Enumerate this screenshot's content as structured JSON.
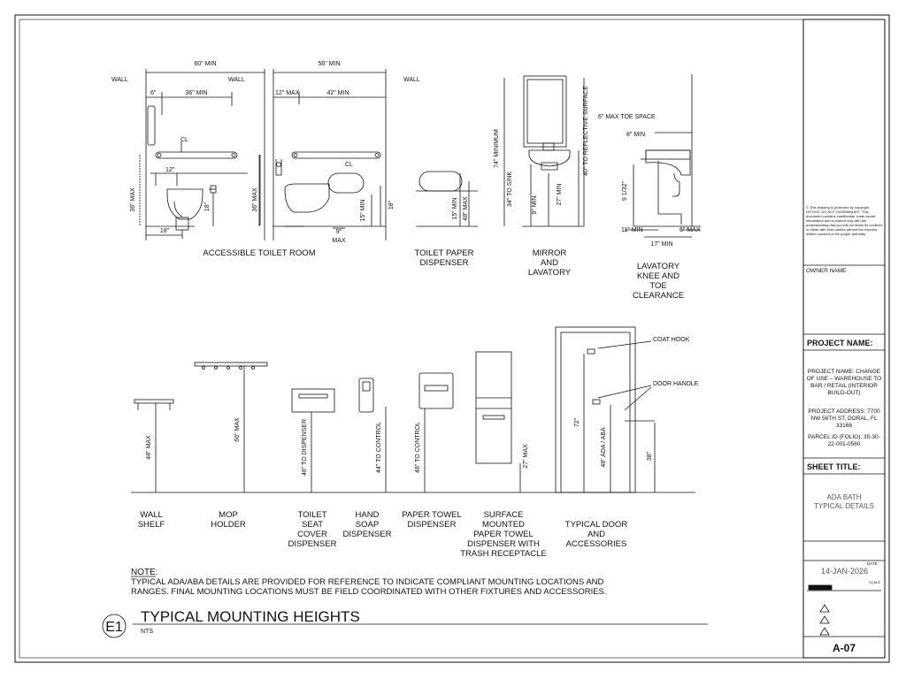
{
  "drawing": {
    "detail_tag": "E1",
    "detail_title": "TYPICAL MOUNTING HEIGHTS",
    "scale_note": "NTS",
    "note_heading": "NOTE:",
    "note_line1": "TYPICAL ADA/ABA DETAILS ARE PROVIDED FOR REFERENCE TO INDICATE COMPLIANT MOUNTING LOCATIONS AND",
    "note_line2": "RANGES. FINAL MOUNTING LOCATIONS MUST BE FIELD COORDINATED WITH OTHER FIXTURES AND ACCESSORIES."
  },
  "labels": {
    "toilet_room": "ACCESSIBLE TOILET ROOM",
    "tp_1": "TOILET PAPER",
    "tp_2": "DISPENSER",
    "mirror_1": "MIRROR",
    "mirror_2": "AND",
    "mirror_3": "LAVATORY",
    "knee_1": "LAVATORY",
    "knee_2": "KNEE AND",
    "knee_3": "TOE",
    "knee_4": "CLEARANCE",
    "shelf_1": "WALL",
    "shelf_2": "SHELF",
    "mop_1": "MOP",
    "mop_2": "HOLDER",
    "seat_1": "TOILET",
    "seat_2": "SEAT",
    "seat_3": "COVER",
    "seat_4": "DISPENSER",
    "soap_1": "HAND",
    "soap_2": "SOAP",
    "soap_3": "DISPENSER",
    "towel_1": "PAPER TOWEL",
    "towel_2": "DISPENSER",
    "surf_1": "SURFACE",
    "surf_2": "MOUNTED",
    "surf_3": "PAPER TOWEL",
    "surf_4": "DISPENSER WITH",
    "surf_5": "TRASH RECEPTACLE",
    "door_1": "TYPICAL DOOR",
    "door_2": "AND",
    "door_3": "ACCESSORIES",
    "coat_hook": "COAT HOOK",
    "door_handle": "DOOR HANDLE"
  },
  "dims": {
    "d60": "60\" MIN",
    "d56": "56\" MIN",
    "wall": "WALL",
    "d6": "6\"",
    "d36min": "36\" MIN",
    "d12max": "12\" MAX",
    "d42min": "42\" MIN",
    "cl": "CL",
    "d12": "12\"",
    "d36max": "36\" MAX",
    "d18": "18\"",
    "d15min": "15\" MIN",
    "d9": "9\"",
    "max": "MAX",
    "d48max": "48\" MAX",
    "d74": "74\" MINIMUM",
    "d34": "34\" TO SINK",
    "d9min": "9\" MIN",
    "d27min": "27\" MIN",
    "d40": "40\" TO REFLECTIVE SURFACE",
    "toe": "6\" MAX TOE SPACE",
    "d8min": "8\" MIN",
    "d912": "9 1/32\"",
    "d11min": "11\" MIN",
    "d6max": "6\" MAX",
    "d17min": "17\" MIN",
    "d66max": "66\" MAX",
    "d48disp": "48\" TO DISPENSER",
    "d44ctrl": "44\" TO CONTROL",
    "d48ctrl": "48\" TO CONTROL",
    "d27max": "27\" MAX",
    "d72": "72\"",
    "d48ada": "48\" ADA / ABA",
    "d38": "38\""
  },
  "title_block": {
    "copyright": "© This drawing is protected by copyright. NOTICE: DO NOT DISSEMINATE. This document contains confidential, trade-secret information and is shared only with the understanding that you will not share its contents or ideas with third parties without the express written consent of the proper authority.",
    "owner_label": "OWNER NAME",
    "project_label": "PROJECT NAME:",
    "project_name": "PROJECT NAME: CHANGE OF USE – WAREHOUSE TO BAR / RETAIL (INTERIOR BUILD-OUT)",
    "project_address": "PROJECT ADDRESS: 7700 NW 56TH ST, DORAL, FL 33166",
    "parcel": "PARCEL ID (FOLIO): 35-30-22-001-0560",
    "sheet_title_label": "SHEET TITLE:",
    "sheet_title_1": "ADA BATH",
    "sheet_title_2": "TYPICAL DETAILS",
    "date_label": "DATE",
    "date": "14-JAN-2026",
    "scale_label": "SCALE",
    "sheet_number": "A-07"
  }
}
